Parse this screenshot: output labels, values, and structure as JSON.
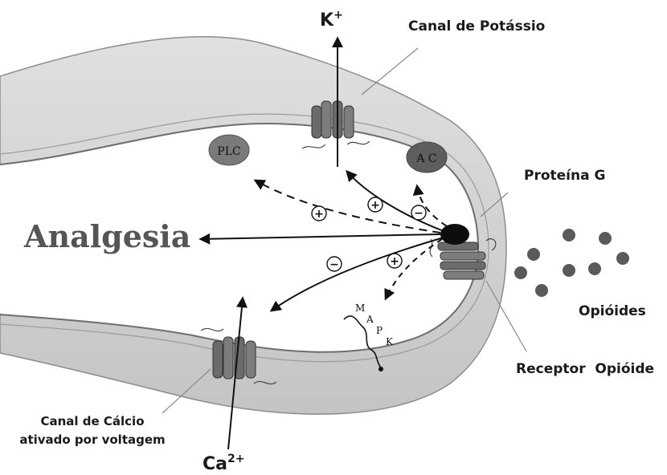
{
  "labels": {
    "potassium_ion_base": "K",
    "potassium_ion_charge": "+",
    "potassium_channel": "Canal de Potássio",
    "g_protein": "Proteína G",
    "opioids": "Opióides",
    "opioid_receptor": "Receptor  Opióide",
    "calcium_channel_line1": "Canal de Cálcio",
    "calcium_channel_line2": "ativado por voltagem",
    "calcium_ion_base": "Ca",
    "calcium_ion_charge": "2+",
    "analgesia": "Analgesia",
    "plc": "PLC",
    "ac": "A C",
    "mapk": [
      "M",
      "A",
      "P",
      "K"
    ]
  },
  "signs": {
    "plus": "+",
    "minus": "−"
  },
  "colors": {
    "membrane_fill": "#d4d4d4",
    "membrane_edge": "#8c8c8c",
    "channel_fill": "#6b6b6b",
    "enzyme_fill": "#7a7a7a",
    "ligand_fill": "#5a5a5a",
    "g_protein_fill": "#0d0d0d"
  }
}
